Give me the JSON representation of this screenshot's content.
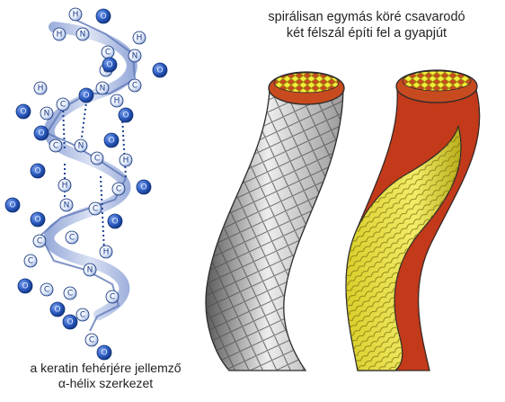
{
  "captions": {
    "top_line1": "spirálisan egymás köré csavarodó",
    "top_line2": "két félszál építi fel a gyapjút",
    "bottom_line1": "a keratin fehérjére jellemző",
    "bottom_line2": "α-hélix szerkezet"
  },
  "atom_labels": {
    "hydrogen": "H",
    "nitrogen": "N",
    "carbon": "C",
    "oxygen": "O"
  },
  "colors": {
    "helix_ribbon": "#b9c7e6",
    "oxygen_atom": "#2f5fc4",
    "light_atom": "#dfe8f8",
    "hbond": "#1b3f95",
    "fiber_yellow": "#e9e040",
    "fiber_red": "#c23a1a",
    "fiber_scale_grey": "#8a8a8a"
  }
}
